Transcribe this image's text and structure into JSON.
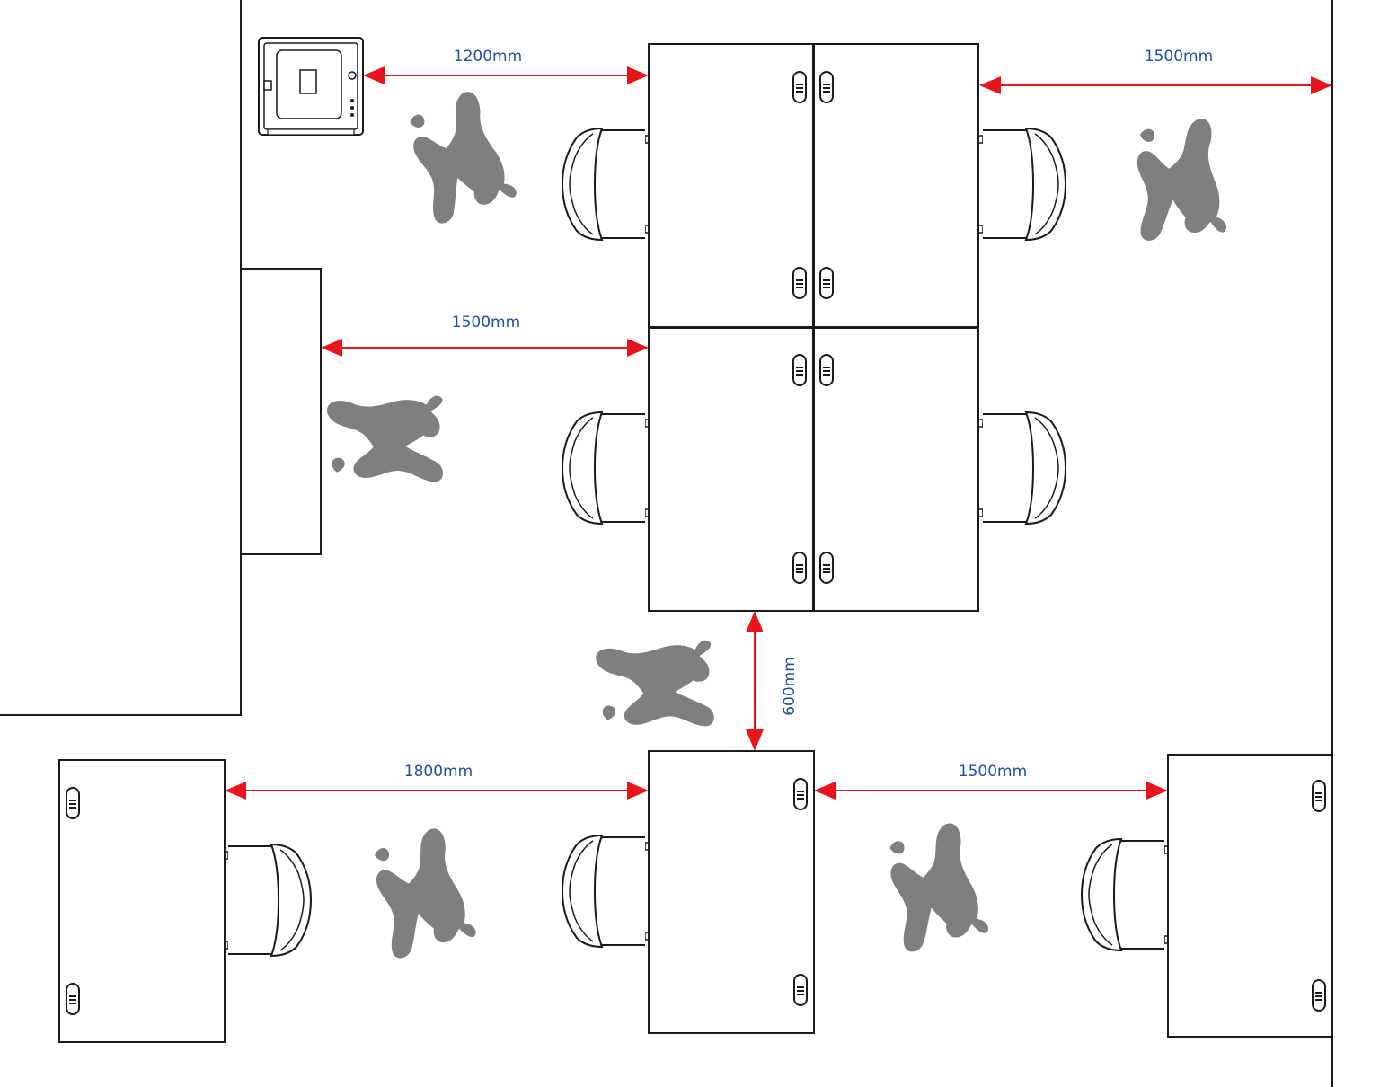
{
  "colors": {
    "line": "#1a1a1a",
    "dimension_arrow": "#e8141b",
    "dimension_text": "#1f4ea3",
    "person_silhouette": "#7f7f7f",
    "background": "#ffffff"
  },
  "dimensions": {
    "printer_to_desk": "1200mm",
    "desk_to_right_wall": "1500mm",
    "cabinet_to_desk": "1500mm",
    "island_to_bottom_desk": "600mm",
    "left_desk_to_center_desk": "1800mm",
    "center_desk_to_right_desk": "1500mm"
  },
  "icons": {
    "printer": "printer-icon",
    "chair": "office-chair-icon",
    "person": "walking-person-icon",
    "drawer_handle": "drawer-handle-icon"
  }
}
